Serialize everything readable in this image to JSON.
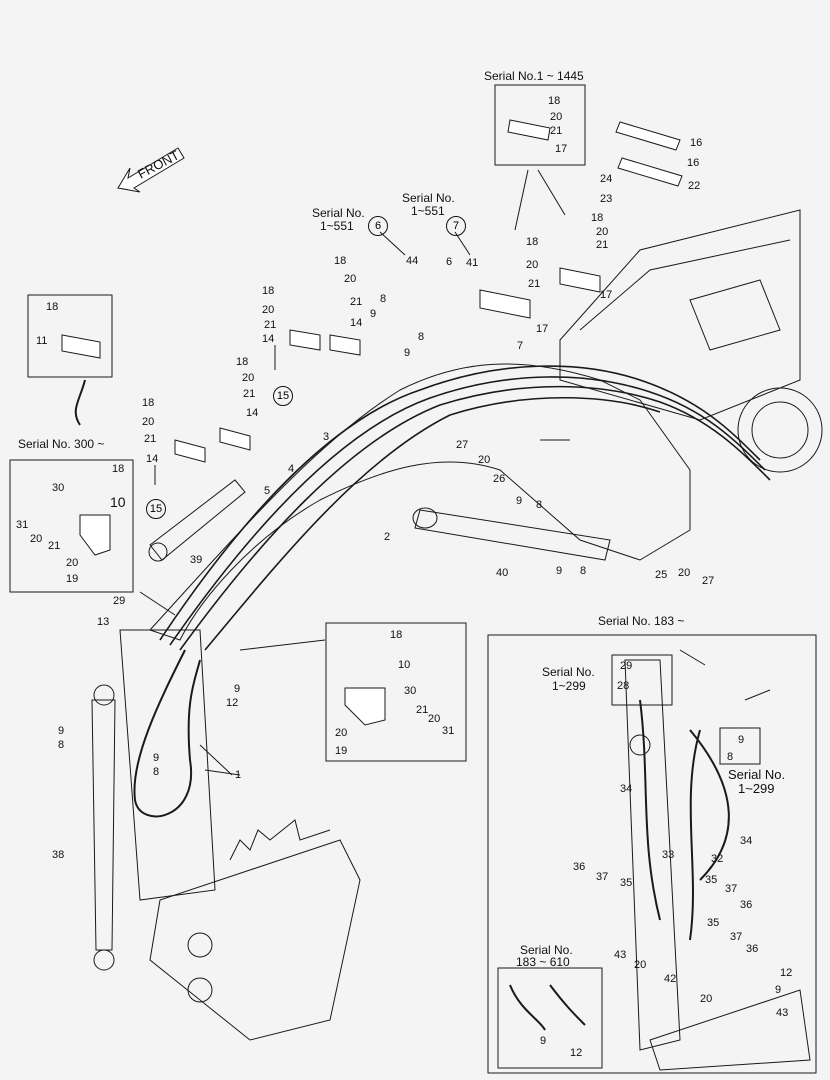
{
  "front": "FRONT",
  "serials": {
    "s1_1445": "Serial No.1 ~ 1445",
    "s1_551_a": "Serial No.",
    "s1_551_a2": "1~551",
    "s1_551_b": "Serial No.",
    "s1_551_b2": "1~551",
    "s300": "Serial No. 300 ~",
    "s183": "Serial No. 183 ~",
    "s1_299_a": "Serial No.",
    "s1_299_a2": "1~299",
    "s1_299_b": "Serial No.",
    "s1_299_b2": "1~299",
    "s183_610": "Serial No.",
    "s183_610_2": "183 ~ 610"
  },
  "circled": [
    "6",
    "7",
    "15",
    "15"
  ],
  "labels": [
    {
      "id": "l18a",
      "t": "18"
    },
    {
      "id": "l20a",
      "t": "20"
    },
    {
      "id": "l21a",
      "t": "21"
    },
    {
      "id": "l17a",
      "t": "17"
    },
    {
      "id": "l16a",
      "t": "16"
    },
    {
      "id": "l16b",
      "t": "16"
    },
    {
      "id": "l22a",
      "t": "22"
    },
    {
      "id": "l24a",
      "t": "24"
    },
    {
      "id": "l23a",
      "t": "23"
    },
    {
      "id": "l18b",
      "t": "18"
    },
    {
      "id": "l20b",
      "t": "20"
    },
    {
      "id": "l21b",
      "t": "21"
    },
    {
      "id": "l17b",
      "t": "17"
    },
    {
      "id": "l18c",
      "t": "18"
    },
    {
      "id": "l20c",
      "t": "20"
    },
    {
      "id": "l21c",
      "t": "21"
    },
    {
      "id": "l17c",
      "t": "17"
    },
    {
      "id": "l44",
      "t": "44"
    },
    {
      "id": "l6",
      "t": "6"
    },
    {
      "id": "l41",
      "t": "41"
    },
    {
      "id": "l7",
      "t": "7"
    },
    {
      "id": "l18d",
      "t": "18"
    },
    {
      "id": "l20d",
      "t": "20"
    },
    {
      "id": "l21d",
      "t": "21"
    },
    {
      "id": "l14d",
      "t": "14"
    },
    {
      "id": "l18e",
      "t": "18"
    },
    {
      "id": "l20e",
      "t": "20"
    },
    {
      "id": "l21e",
      "t": "21"
    },
    {
      "id": "l14e",
      "t": "14"
    },
    {
      "id": "l8a",
      "t": "8"
    },
    {
      "id": "l9a",
      "t": "9"
    },
    {
      "id": "l9b",
      "t": "9"
    },
    {
      "id": "l8b",
      "t": "8"
    },
    {
      "id": "l18f",
      "t": "18"
    },
    {
      "id": "l20f",
      "t": "20"
    },
    {
      "id": "l21f",
      "t": "21"
    },
    {
      "id": "l14f",
      "t": "14"
    },
    {
      "id": "l18g",
      "t": "18"
    },
    {
      "id": "l20g",
      "t": "20"
    },
    {
      "id": "l21g",
      "t": "21"
    },
    {
      "id": "l14g",
      "t": "14"
    },
    {
      "id": "l18h",
      "t": "18"
    },
    {
      "id": "l11",
      "t": "11"
    },
    {
      "id": "l3",
      "t": "3"
    },
    {
      "id": "l4",
      "t": "4"
    },
    {
      "id": "l5",
      "t": "5"
    },
    {
      "id": "l2",
      "t": "2"
    },
    {
      "id": "l27a",
      "t": "27"
    },
    {
      "id": "l20h",
      "t": "20"
    },
    {
      "id": "l26",
      "t": "26"
    },
    {
      "id": "l9c",
      "t": "9"
    },
    {
      "id": "l8c",
      "t": "8"
    },
    {
      "id": "l39",
      "t": "39"
    },
    {
      "id": "l40",
      "t": "40"
    },
    {
      "id": "l9d",
      "t": "9"
    },
    {
      "id": "l8d",
      "t": "8"
    },
    {
      "id": "l25",
      "t": "25"
    },
    {
      "id": "l20i",
      "t": "20"
    },
    {
      "id": "l27b",
      "t": "27"
    },
    {
      "id": "l18i",
      "t": "18"
    },
    {
      "id": "l30a",
      "t": "30"
    },
    {
      "id": "l10a",
      "t": "10"
    },
    {
      "id": "l31a",
      "t": "31"
    },
    {
      "id": "l20j",
      "t": "20"
    },
    {
      "id": "l21h",
      "t": "21"
    },
    {
      "id": "l20k",
      "t": "20"
    },
    {
      "id": "l19a",
      "t": "19"
    },
    {
      "id": "l29a",
      "t": "29"
    },
    {
      "id": "l13",
      "t": "13"
    },
    {
      "id": "l9e",
      "t": "9"
    },
    {
      "id": "l12a",
      "t": "12"
    },
    {
      "id": "l18j",
      "t": "18"
    },
    {
      "id": "l10b",
      "t": "10"
    },
    {
      "id": "l30b",
      "t": "30"
    },
    {
      "id": "l21i",
      "t": "21"
    },
    {
      "id": "l20l",
      "t": "20"
    },
    {
      "id": "l31b",
      "t": "31"
    },
    {
      "id": "l20m",
      "t": "20"
    },
    {
      "id": "l19b",
      "t": "19"
    },
    {
      "id": "l9f",
      "t": "9"
    },
    {
      "id": "l8e",
      "t": "8"
    },
    {
      "id": "l9g",
      "t": "9"
    },
    {
      "id": "l8f",
      "t": "8"
    },
    {
      "id": "l1",
      "t": "1"
    },
    {
      "id": "l38",
      "t": "38"
    },
    {
      "id": "l29b",
      "t": "29"
    },
    {
      "id": "l28",
      "t": "28"
    },
    {
      "id": "l9h",
      "t": "9"
    },
    {
      "id": "l8g",
      "t": "8"
    },
    {
      "id": "l34a",
      "t": "34"
    },
    {
      "id": "l34b",
      "t": "34"
    },
    {
      "id": "l33",
      "t": "33"
    },
    {
      "id": "l32",
      "t": "32"
    },
    {
      "id": "l36a",
      "t": "36"
    },
    {
      "id": "l37a",
      "t": "37"
    },
    {
      "id": "l35a",
      "t": "35"
    },
    {
      "id": "l35b",
      "t": "35"
    },
    {
      "id": "l37b",
      "t": "37"
    },
    {
      "id": "l36b",
      "t": "36"
    },
    {
      "id": "l35c",
      "t": "35"
    },
    {
      "id": "l37c",
      "t": "37"
    },
    {
      "id": "l36c",
      "t": "36"
    },
    {
      "id": "l43a",
      "t": "43"
    },
    {
      "id": "l20n",
      "t": "20"
    },
    {
      "id": "l42",
      "t": "42"
    },
    {
      "id": "l12b",
      "t": "12"
    },
    {
      "id": "l9i",
      "t": "9"
    },
    {
      "id": "l20o",
      "t": "20"
    },
    {
      "id": "l43b",
      "t": "43"
    },
    {
      "id": "l9j",
      "t": "9"
    },
    {
      "id": "l12c",
      "t": "12"
    }
  ]
}
